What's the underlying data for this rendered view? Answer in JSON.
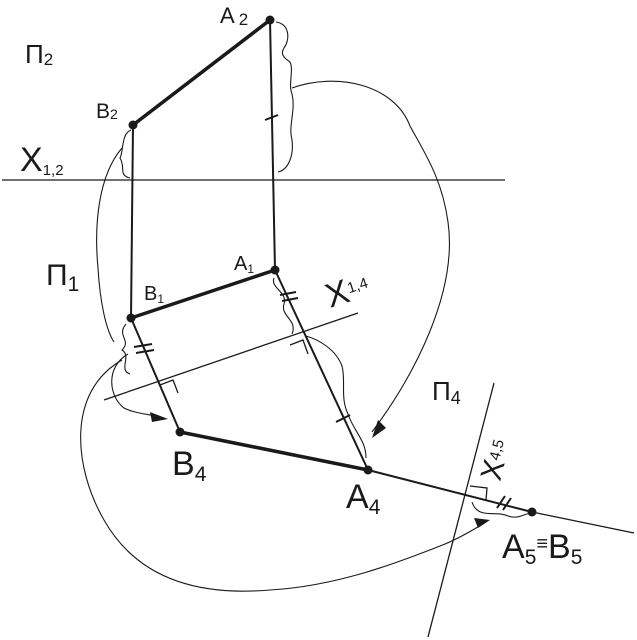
{
  "planes": {
    "p2": {
      "main": "Π",
      "sub": "2"
    },
    "p1": {
      "main": "Π",
      "sub": "1"
    },
    "p4": {
      "main": "Π",
      "sub": "4"
    }
  },
  "axes": {
    "x12": {
      "main": "X",
      "sub": "1,2"
    },
    "x14": {
      "main": "X",
      "sub": "1,4"
    },
    "x45": {
      "main": "X",
      "sub": "4,5"
    }
  },
  "points": {
    "a2": {
      "main": "A",
      "sub": "2"
    },
    "b2": {
      "main": "B",
      "sub": "2"
    },
    "a1": {
      "main": "A",
      "sub": "1"
    },
    "b1": {
      "main": "B",
      "sub": "1"
    },
    "a4": {
      "main": "A",
      "sub": "4"
    },
    "b4": {
      "main": "B",
      "sub": "4"
    },
    "a5b5": {
      "a": "A",
      "a_sub": "5",
      "equiv": "≡",
      "b": "B",
      "b_sub": "5"
    }
  },
  "colors": {
    "ink": "#1a1a1a",
    "background": "#ffffff"
  }
}
